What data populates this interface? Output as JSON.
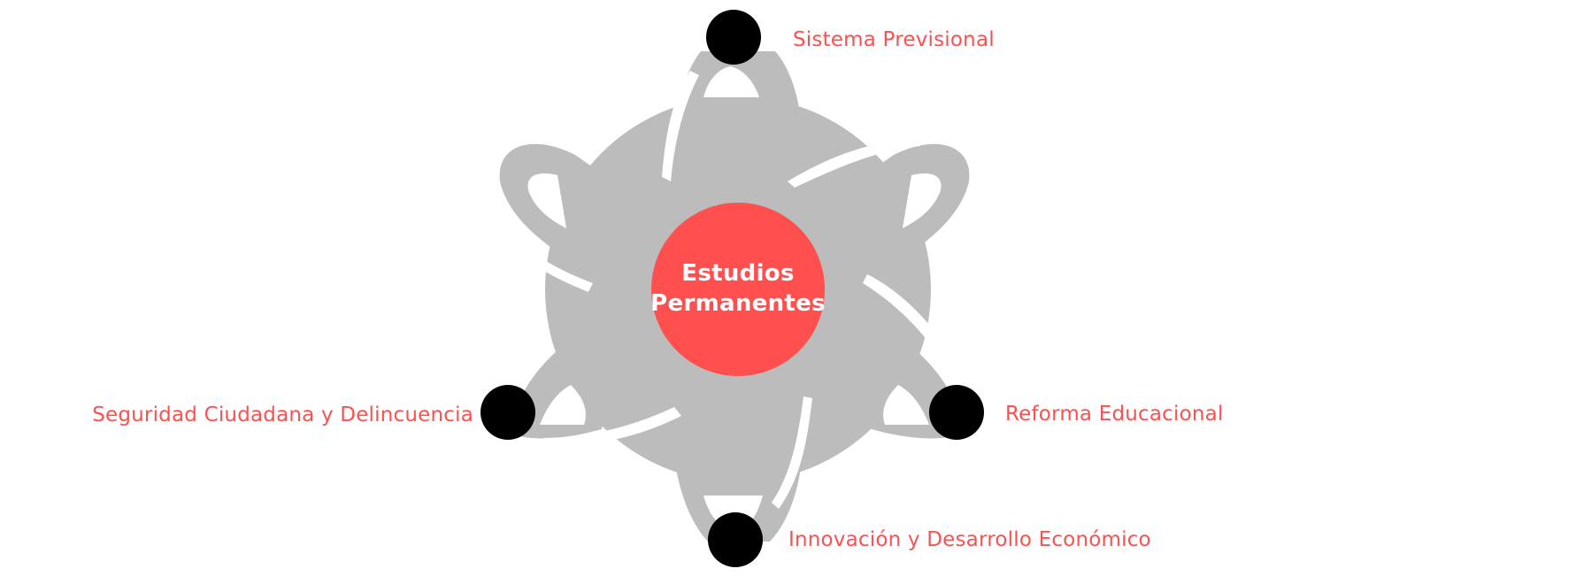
{
  "center": {
    "line1": "Estudios",
    "line2": "Permanentes"
  },
  "nodes": [
    {
      "key": "top",
      "label": "Sistema Previsional"
    },
    {
      "key": "right",
      "label": "Reforma Educacional"
    },
    {
      "key": "bottom",
      "label": "Innovación y Desarrollo Económico"
    },
    {
      "key": "left",
      "label": "Seguridad Ciudadana y Delincuencia"
    }
  ],
  "colors": {
    "accent": "#ff4f4f",
    "orbit": "#bcbcbc",
    "node": "#000000",
    "background": "#ffffff"
  },
  "icons": {
    "node": "filled-circle-icon"
  }
}
